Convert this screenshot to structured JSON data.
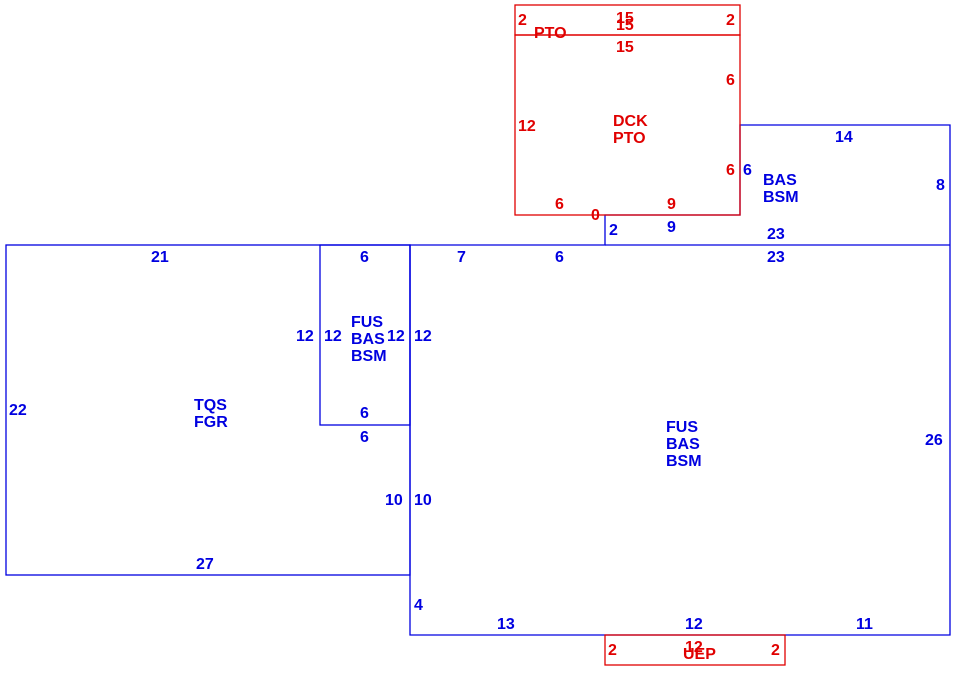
{
  "colors": {
    "blue": "#0000e0",
    "red": "#e00000"
  },
  "areas": {
    "pto_top": {
      "label": "PTO",
      "top": "15",
      "top2": "15",
      "top3": "15",
      "left": "2",
      "right": "2"
    },
    "deck": {
      "label1": "DCK",
      "label2": "PTO",
      "left": "12",
      "right_top": "6",
      "right_low": "6",
      "bottom_a": "6",
      "bottom_b": "0",
      "bottom_c": "9"
    },
    "bas_annex": {
      "label1": "BAS",
      "label2": "BSM",
      "top": "14",
      "right": "8",
      "left": "6",
      "bottom": "23",
      "step_left": "2",
      "step_bottom": "9"
    },
    "garage": {
      "label1": "TQS",
      "label2": "FGR",
      "top": "21",
      "left": "22",
      "bottom": "27",
      "right_lower": "10"
    },
    "small_room": {
      "label1": "FUS",
      "label2": "BAS",
      "label3": "BSM",
      "top": "6",
      "bottom_in": "6",
      "bottom_out": "6",
      "left_out": "12",
      "left_in": "12",
      "right_in": "12",
      "right_out": "12"
    },
    "main": {
      "label1": "FUS",
      "label2": "BAS",
      "label3": "BSM",
      "top_a": "7",
      "top_b": "6",
      "top_c": "23",
      "right": "26",
      "left_lower": "10",
      "left_step": "4",
      "bottom_a": "13",
      "bottom_b": "12",
      "bottom_c": "11"
    },
    "uep": {
      "label": "UEP",
      "top": "12",
      "left": "2",
      "right": "2"
    }
  }
}
